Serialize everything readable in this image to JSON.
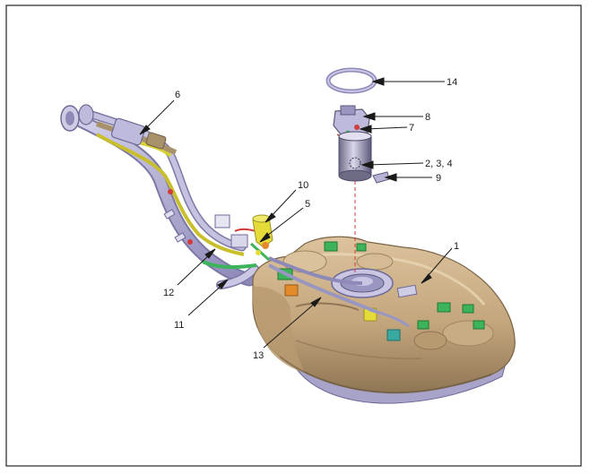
{
  "callouts": [
    {
      "id": "c1",
      "text": "1"
    },
    {
      "id": "c2",
      "text": "2, 3, 4"
    },
    {
      "id": "c5",
      "text": "5"
    },
    {
      "id": "c6",
      "text": "6"
    },
    {
      "id": "c7",
      "text": "7"
    },
    {
      "id": "c8",
      "text": "8"
    },
    {
      "id": "c9",
      "text": "9"
    },
    {
      "id": "c10",
      "text": "10"
    },
    {
      "id": "c11",
      "text": "11"
    },
    {
      "id": "c12",
      "text": "12"
    },
    {
      "id": "c13",
      "text": "13"
    },
    {
      "id": "c14",
      "text": "14"
    }
  ],
  "colors": {
    "tank": "#c9ad86",
    "tank_shadow": "#8f7654",
    "tank_skid": "#a7a3c9",
    "pipe": "#b3b0d2",
    "pipe_dark": "#7c78a6",
    "yellow": "#e5dc3a",
    "green": "#3db35a",
    "red": "#d23b3b",
    "orange": "#e38a2b",
    "frame": "#222222"
  }
}
